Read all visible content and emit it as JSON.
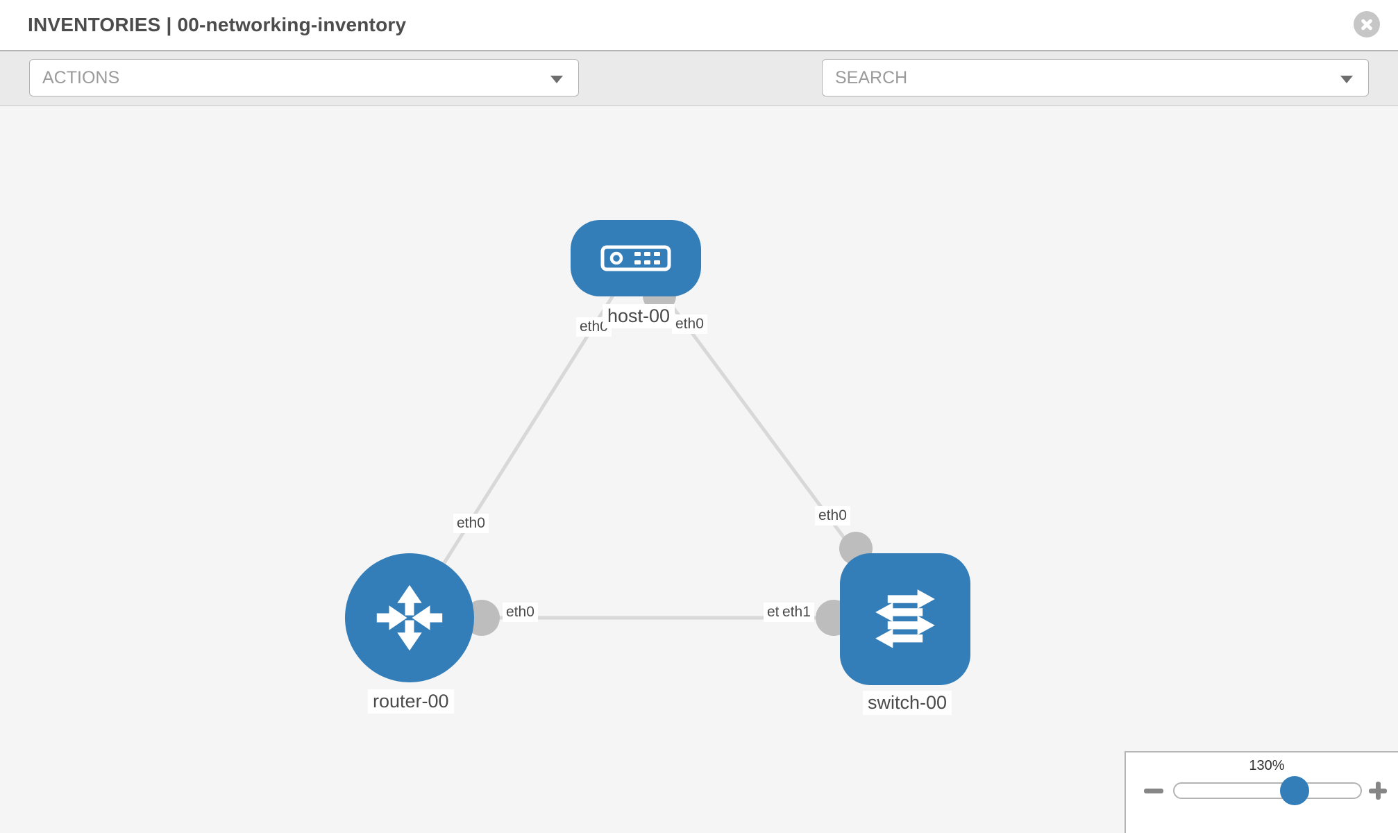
{
  "window": {
    "title": "INVENTORIES | 00-networking-inventory"
  },
  "toolbar": {
    "actions_placeholder": "ACTIONS",
    "search_placeholder": "SEARCH",
    "icons": [
      "wrench-icon",
      "key-icon"
    ]
  },
  "graph": {
    "nodes": [
      {
        "id": "host-00",
        "type": "host",
        "label": "host-00"
      },
      {
        "id": "router-00",
        "type": "router",
        "label": "router-00"
      },
      {
        "id": "switch-00",
        "type": "switch",
        "label": "switch-00"
      }
    ],
    "links": [
      {
        "from": "host-00",
        "to": "router-00"
      },
      {
        "from": "host-00",
        "to": "switch-00"
      },
      {
        "from": "router-00",
        "to": "switch-00"
      }
    ],
    "edge_labels": [
      {
        "link": "host-router",
        "end": "host",
        "text": "eth0"
      },
      {
        "link": "host-switch",
        "end": "host",
        "text": "eth0"
      },
      {
        "link": "host-router",
        "end": "router",
        "text": "eth0"
      },
      {
        "link": "host-switch",
        "end": "switch",
        "text": "eth0"
      },
      {
        "link": "router-switch",
        "end": "router",
        "text": "eth0"
      },
      {
        "link": "router-switch",
        "end": "switch-back",
        "text": "eth0"
      },
      {
        "link": "router-switch",
        "end": "switch-front",
        "text": "eth1"
      }
    ]
  },
  "zoom_control": {
    "level": "130%",
    "percent": 64
  },
  "colors": {
    "node_blue": "#337eb8",
    "edge_gray": "#d8d8d8",
    "interface_gray": "#bdbdbd",
    "canvas_bg": "#f5f5f5",
    "toolbar_bg": "#eaeaea"
  }
}
